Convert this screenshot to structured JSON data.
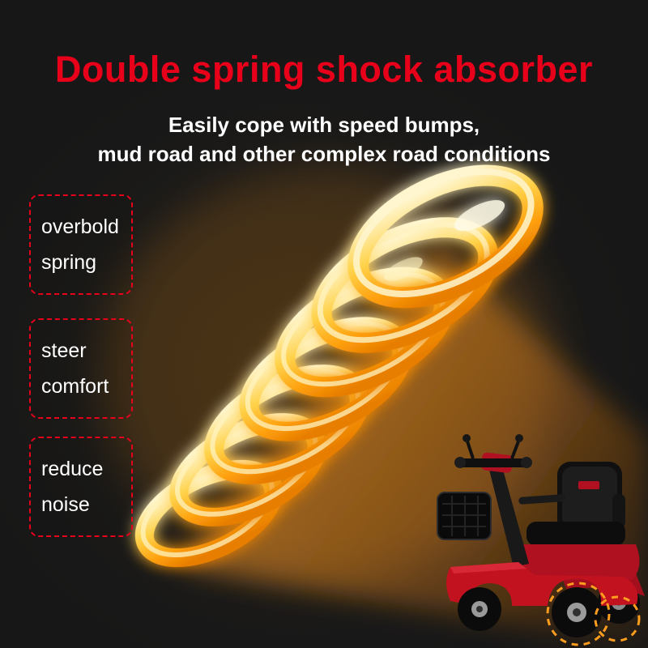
{
  "colors": {
    "background": "#1b1a19",
    "accent_red": "#e8001b",
    "spring_gold": "#ffb300",
    "text_white": "#ffffff",
    "highlight_dash_orange": "#ff9d1e"
  },
  "header": {
    "title": "Double spring shock absorber",
    "subtitle_line1": "Easily cope with speed bumps,",
    "subtitle_line2": "mud road and other complex road conditions"
  },
  "features": [
    {
      "line1": "overbold",
      "line2": "spring"
    },
    {
      "line1": "steer",
      "line2": "comfort"
    },
    {
      "line1": "reduce",
      "line2": "noise"
    }
  ]
}
